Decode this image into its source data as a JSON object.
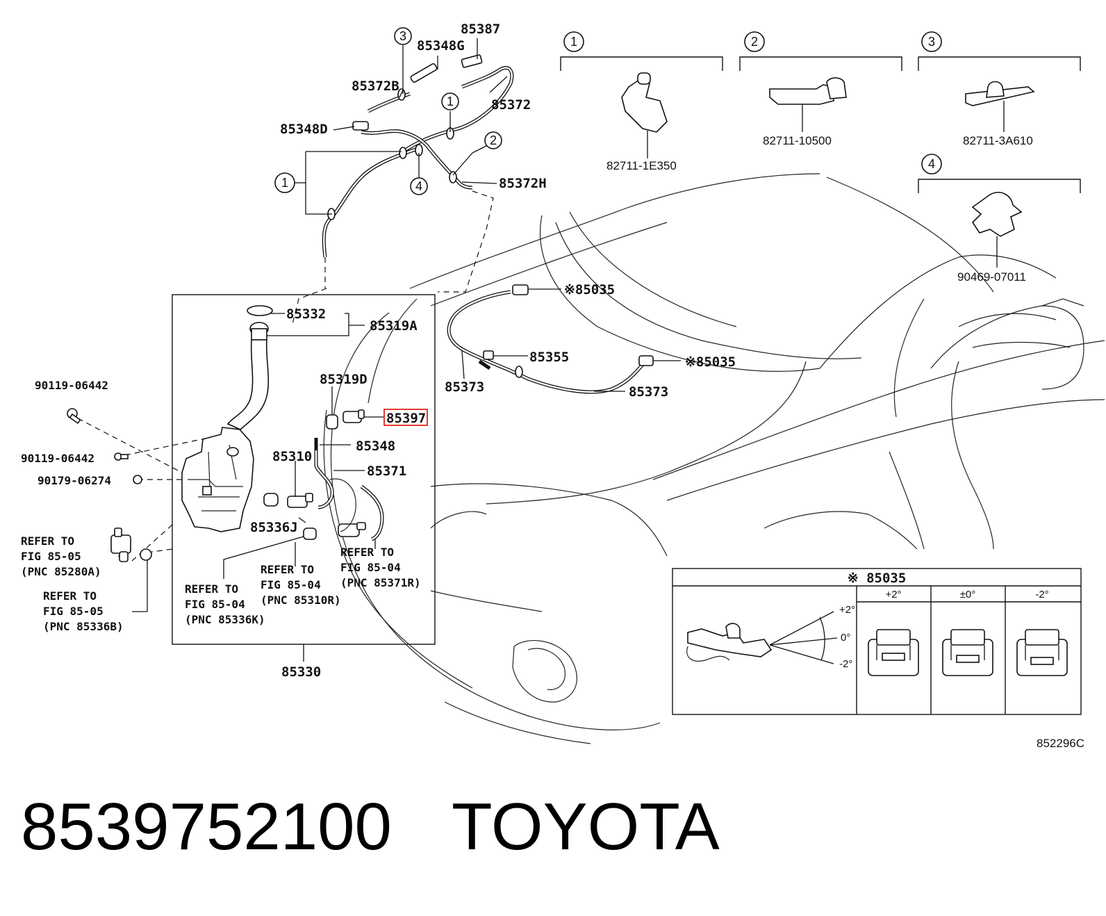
{
  "diagram": {
    "callouts": [
      "1",
      "2",
      "3",
      "4"
    ],
    "parts": {
      "p85387": "85387",
      "p85348G": "85348G",
      "p85372B": "85372B",
      "p85372": "85372",
      "p85348D": "85348D",
      "p85372H": "85372H",
      "p85332": "85332",
      "p85319A": "85319A",
      "p85319D": "85319D",
      "p85397": "85397",
      "p85348": "85348",
      "p85310": "85310",
      "p85371": "85371",
      "p85336J": "85336J",
      "p85330": "85330",
      "p85035a": "※85035",
      "p85035b": "※85035",
      "p85355": "85355",
      "p85373a": "85373",
      "p85373b": "85373",
      "p90119a": "90119-06442",
      "p90119b": "90119-06442",
      "p90179": "90179-06274",
      "clip1": "82711-1E350",
      "clip2": "82711-10500",
      "clip3": "82711-3A610",
      "clip4": "90469-07011"
    },
    "refs": {
      "r1": [
        "REFER TO",
        "FIG 85-05",
        "(PNC 85280A)"
      ],
      "r2": [
        "REFER TO",
        "FIG 85-05",
        "(PNC 85336B)"
      ],
      "r3": [
        "REFER TO",
        "FIG 85-04",
        "(PNC 85336K)"
      ],
      "r4": [
        "REFER TO",
        "FIG 85-04",
        "(PNC 85310R)"
      ],
      "r5": [
        "REFER TO",
        "FIG 85-04",
        "(PNC 85371R)"
      ]
    },
    "inset": {
      "title": "※ 85035",
      "columns": [
        "+2°",
        "±0°",
        "-2°"
      ],
      "angles": [
        "+2°",
        "0°",
        "-2°"
      ]
    },
    "figure_code": "852296C",
    "highlight_color": "#e0241b"
  },
  "footer": {
    "part_number": "8539752100",
    "brand": "TOYOTA"
  }
}
